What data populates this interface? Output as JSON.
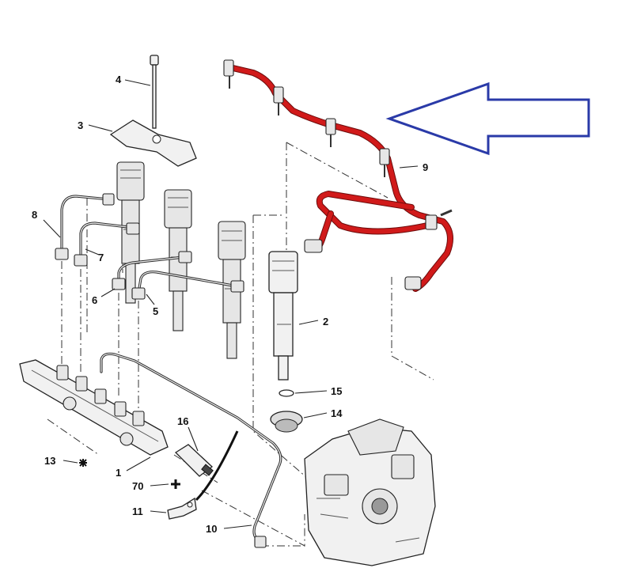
{
  "labels": {
    "p1": "1",
    "p2": "2",
    "p3": "3",
    "p4": "4",
    "p5": "5",
    "p6": "6",
    "p7": "7",
    "p8": "8",
    "p9": "9",
    "p10": "10",
    "p11": "11",
    "p13": "13",
    "p14": "14",
    "p15": "15",
    "p16": "16",
    "p70": "70"
  },
  "colors": {
    "highlight_hose": "#d11a1a",
    "pointer_arrow": "#2a3aa8"
  }
}
